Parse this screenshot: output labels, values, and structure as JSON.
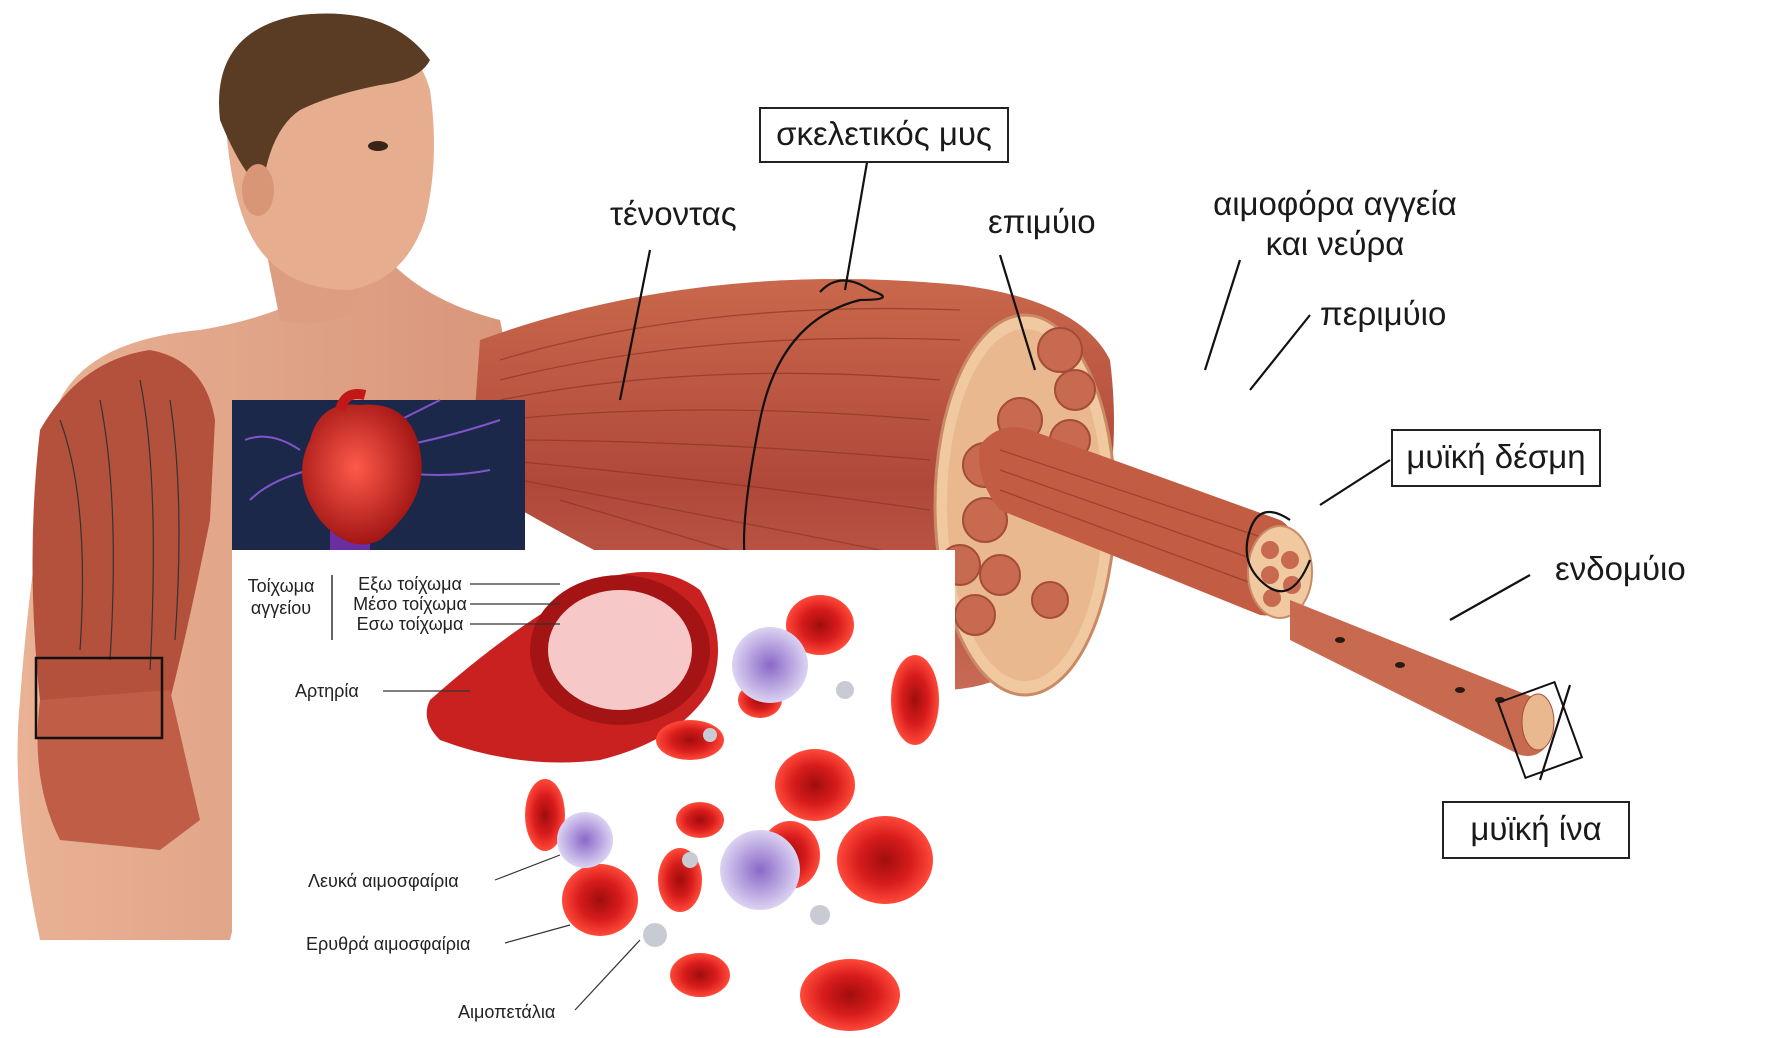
{
  "muscle_labels": {
    "skeletal_muscle": "σκελετικός μυς",
    "tendon": "τένοντας",
    "epimysium": "επιμύιο",
    "vessels_line1": "αιμοφόρα αγγεία",
    "vessels_line2": "και νεύρα",
    "perimysium": "περιμύιο",
    "fascicle": "μυϊκή δέσμη",
    "endomysium": "ενδομύιο",
    "fiber": "μυϊκή ίνα"
  },
  "blood_labels": {
    "vessel_wall_line1": "Τοίχωμα",
    "vessel_wall_line2": "αγγείου",
    "outer_wall": "Εξω τοίχωμα",
    "middle_wall": "Μέσο τοίχωμα",
    "inner_wall": "Εσω τοίχωμα",
    "artery": "Αρτηρία",
    "white_cells": "Λευκά αιμοσφαίρια",
    "red_cells": "Ερυθρά αιμοσφαίρια",
    "platelets": "Αιμοπετάλια"
  },
  "colors": {
    "muscle": "#b5503a",
    "muscle_light": "#d88a6a",
    "skin": "#e4a98a",
    "blood_red": "#d01a1a",
    "white_cell": "#b9a3e0",
    "heart_bg": "#14203a"
  }
}
